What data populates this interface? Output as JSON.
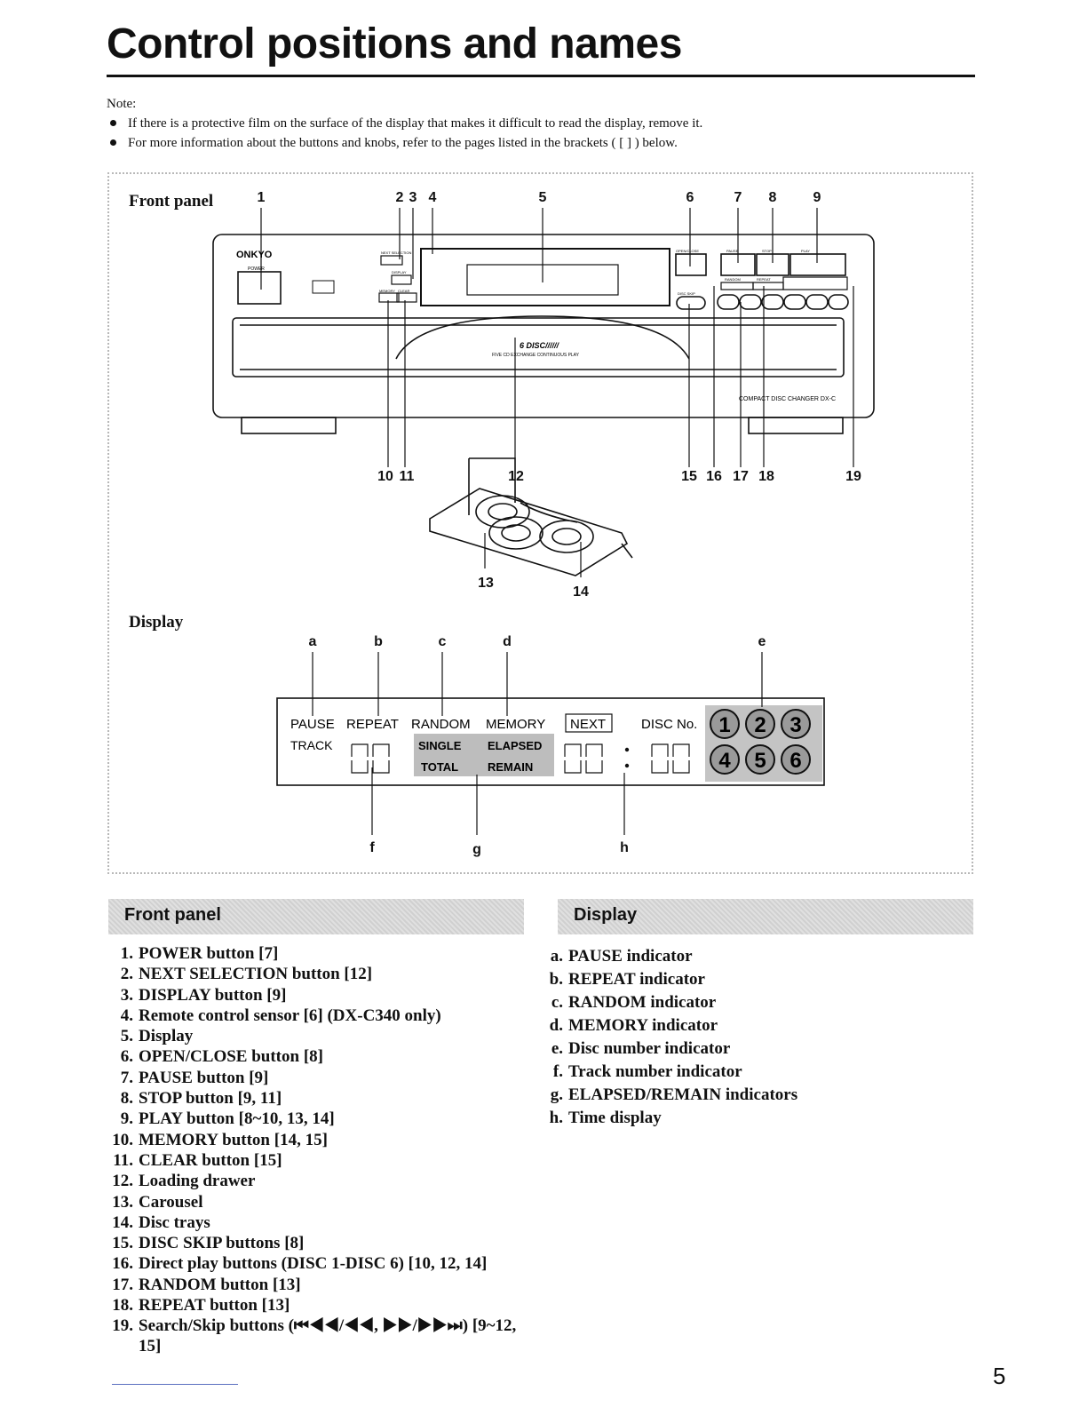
{
  "title": "Control positions and names",
  "note": {
    "heading": "Note:",
    "bullets": [
      "If there is a protective film on the surface of the display that makes it difficult to read the display, remove it.",
      "For more information about the buttons and knobs, refer to the pages listed in the brackets ( [  ] ) below."
    ]
  },
  "figure": {
    "front_panel_label": "Front panel",
    "display_label": "Display",
    "top_callouts": [
      "1",
      "2",
      "3",
      "4",
      "5",
      "6",
      "7",
      "8",
      "9"
    ],
    "bottom_callouts": [
      "10",
      "11",
      "12",
      "15",
      "16",
      "17",
      "18",
      "19"
    ],
    "carousel_callouts": [
      "13",
      "14"
    ],
    "display_top_callouts": [
      "a",
      "b",
      "c",
      "d",
      "e"
    ],
    "display_bottom_callouts": [
      "f",
      "g",
      "h"
    ],
    "device": {
      "brand": "ONKYO",
      "power_label": "POWER",
      "drawer_text": "6 DISC//////",
      "drawer_subtext": "FIVE CD EXCHANGE CONTINUOUS PLAY",
      "model_text": "COMPACT DISC CHANGER DX-C",
      "small_labels": [
        "NEXT SELECTION",
        "DISPLAY",
        "MEMORY",
        "CLEAR",
        "OPEN/CLOSE",
        "DISC SKIP",
        "PAUSE",
        "STOP",
        "PLAY",
        "RANDOM",
        "REPEAT"
      ]
    },
    "lcd": {
      "top_row": [
        "PAUSE",
        "REPEAT",
        "RANDOM",
        "MEMORY"
      ],
      "next": "NEXT",
      "disc_no": "DISC No.",
      "track": "TRACK",
      "single": "SINGLE",
      "elapsed": "ELAPSED",
      "total": "TOTAL",
      "remain": "REMAIN",
      "disc_numbers": [
        "1",
        "2",
        "3",
        "4",
        "5",
        "6"
      ]
    }
  },
  "sections": {
    "front_panel_heading": "Front panel",
    "display_heading": "Display"
  },
  "front_panel_items": [
    {
      "num": "1.",
      "text": "POWER button [7]"
    },
    {
      "num": "2.",
      "text": "NEXT SELECTION button [12]"
    },
    {
      "num": "3.",
      "text": "DISPLAY button [9]"
    },
    {
      "num": "4.",
      "text": "Remote control sensor [6] (DX-C340 only)"
    },
    {
      "num": "5.",
      "text": "Display"
    },
    {
      "num": "6.",
      "text": "OPEN/CLOSE button [8]"
    },
    {
      "num": "7.",
      "text": "PAUSE button [9]"
    },
    {
      "num": "8.",
      "text": "STOP button [9, 11]"
    },
    {
      "num": "9.",
      "text": "PLAY button [8~10, 13, 14]"
    },
    {
      "num": "10.",
      "text": "MEMORY button [14, 15]"
    },
    {
      "num": "11.",
      "text": "CLEAR button [15]"
    },
    {
      "num": "12.",
      "text": "Loading drawer"
    },
    {
      "num": "13.",
      "text": "Carousel"
    },
    {
      "num": "14.",
      "text": "Disc trays"
    },
    {
      "num": "15.",
      "text": "DISC SKIP buttons [8]"
    },
    {
      "num": "16.",
      "text": "Direct play buttons (DISC 1-DISC 6) [10, 12, 14]"
    },
    {
      "num": "17.",
      "text": "RANDOM button [13]"
    },
    {
      "num": "18.",
      "text": "REPEAT button [13]"
    },
    {
      "num": "19.",
      "text": "Search/Skip buttons (⏮◀◀/◀◀, ▶▶/▶▶⏭) [9~12, 15]"
    }
  ],
  "display_items": [
    {
      "num": "a.",
      "text": "PAUSE indicator"
    },
    {
      "num": "b.",
      "text": "REPEAT indicator"
    },
    {
      "num": "c.",
      "text": "RANDOM indicator"
    },
    {
      "num": "d.",
      "text": "MEMORY indicator"
    },
    {
      "num": "e.",
      "text": "Disc number indicator"
    },
    {
      "num": "f.",
      "text": "Track number indicator"
    },
    {
      "num": "g.",
      "text": "ELAPSED/REMAIN indicators"
    },
    {
      "num": "h.",
      "text": "Time display"
    }
  ],
  "page_number": "5"
}
